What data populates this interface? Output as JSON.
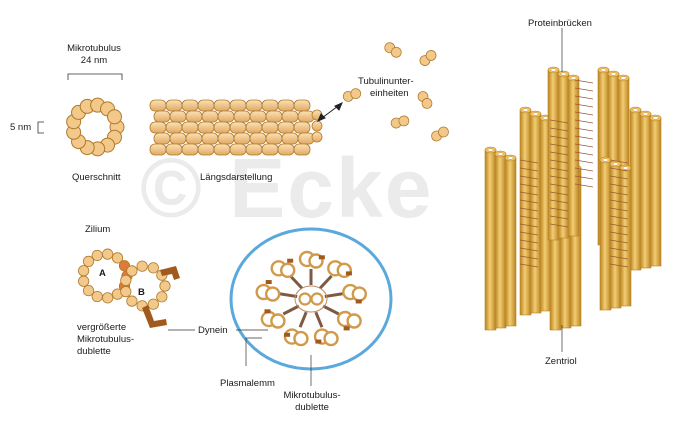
{
  "watermark": "© Ecke",
  "labels": {
    "mikrotubulus_line1": "Mikrotubulus",
    "mikrotubulus_line2": "24 nm",
    "five_nm": "5 nm",
    "querschnitt": "Querschnitt",
    "laengsdarstellung": "Längsdarstellung",
    "tubulin_line1": "Tubulinunter-",
    "tubulin_line2": "einheiten",
    "proteinbruecken": "Proteinbrücken",
    "zentriol": "Zentriol",
    "zilium": "Zilium",
    "a": "A",
    "b": "B",
    "vergr_line1": "vergrößerte",
    "vergr_line2": "Mikrotubulus-",
    "vergr_line3": "dublette",
    "dynein": "Dynein",
    "plasmalemm": "Plasmalemm",
    "dublette_line1": "Mikrotubulus-",
    "dublette_line2": "dublette"
  },
  "colors": {
    "tubulin_fill": "#f2c98a",
    "tubulin_stroke": "#b07a2a",
    "dynein": "#a05a1e",
    "membrane": "#5aa8dc",
    "subfiber_a": "#e07a3a",
    "centriole_light": "#f0c264",
    "centriole_dark": "#b98322",
    "bridge": "#9b5a36"
  }
}
